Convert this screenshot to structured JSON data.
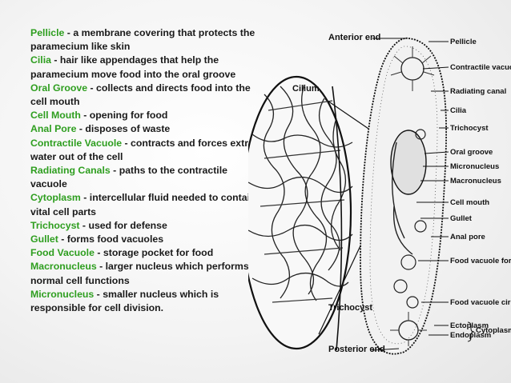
{
  "definitions": [
    {
      "term": "Pellicle",
      "desc": " - a membrane covering that protects the paramecium like skin"
    },
    {
      "term": "Cilia",
      "desc": " - hair like appendages that help the paramecium move food into the oral groove"
    },
    {
      "term": "Oral Groove",
      "desc": " - collects and directs food into the cell mouth"
    },
    {
      "term": "Cell Mouth",
      "desc": " - opening for food"
    },
    {
      "term": "Anal Pore",
      "desc": " - disposes of waste"
    },
    {
      "term": "Contractile Vacuole",
      "desc": " - contracts and forces extra water out of the cell"
    },
    {
      "term": "Radiating Canals",
      "desc": " - paths to the contractile vacuole"
    },
    {
      "term": "Cytoplasm",
      "desc": " - intercellular fluid needed to contain vital cell parts"
    },
    {
      "term": "Trichocyst",
      "desc": " - used for defense"
    },
    {
      "term": "Gullet",
      "desc": " - forms food vacuoles"
    },
    {
      "term": "Food Vacuole",
      "desc": " - storage pocket for food"
    },
    {
      "term": "Macronucleus",
      "desc": " - larger nucleus which performs normal cell functions"
    },
    {
      "term": "Micronucleus",
      "desc": " - smaller nucleus which is responsible for cell division."
    }
  ],
  "diagram": {
    "anterior_end": "Anterior end",
    "posterior_end": "Posterior end",
    "cilium": "Cilium",
    "trichocyst": "Trichocyst",
    "right_labels": [
      "Pellicle",
      "Contractile vacuole",
      "Radiating canal",
      "Cilia",
      "Trichocyst",
      "Oral groove",
      "Micronucleus",
      "Macronucleus",
      "Cell mouth",
      "Gullet",
      "Anal pore",
      "Food vacuole forming",
      "Food vacuole circulating",
      "Ectoplasm",
      "Endoplasm"
    ],
    "cytoplasm": "Cytoplasm"
  },
  "colors": {
    "term": "#2e9e1f",
    "text": "#1a1a1a"
  }
}
